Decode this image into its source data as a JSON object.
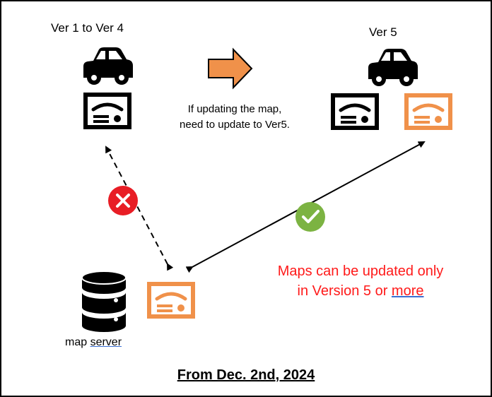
{
  "labels": {
    "left_version": "Ver 1 to Ver 4",
    "right_version": "Ver 5",
    "instruction_line1": "If updating the map,",
    "instruction_line2": "need to update to Ver5.",
    "note_line1": "Maps can be updated only",
    "note_line2_prefix": "in Version 5 or ",
    "note_line2_link": "more",
    "server_prefix": "map ",
    "server_link": "server",
    "date": "From Dec. 2nd, 2024"
  },
  "icons": {
    "car": "car-icon",
    "arrow": "right-arrow-icon",
    "map_card": "map-data-card-icon",
    "server": "database-server-icon",
    "fail": "x-mark-icon",
    "success": "check-mark-icon"
  },
  "colors": {
    "orange": "#f0914a",
    "black": "#000000",
    "error_red": "#e81d25",
    "success_green": "#7cb342",
    "note_red": "#ff1a1a"
  }
}
